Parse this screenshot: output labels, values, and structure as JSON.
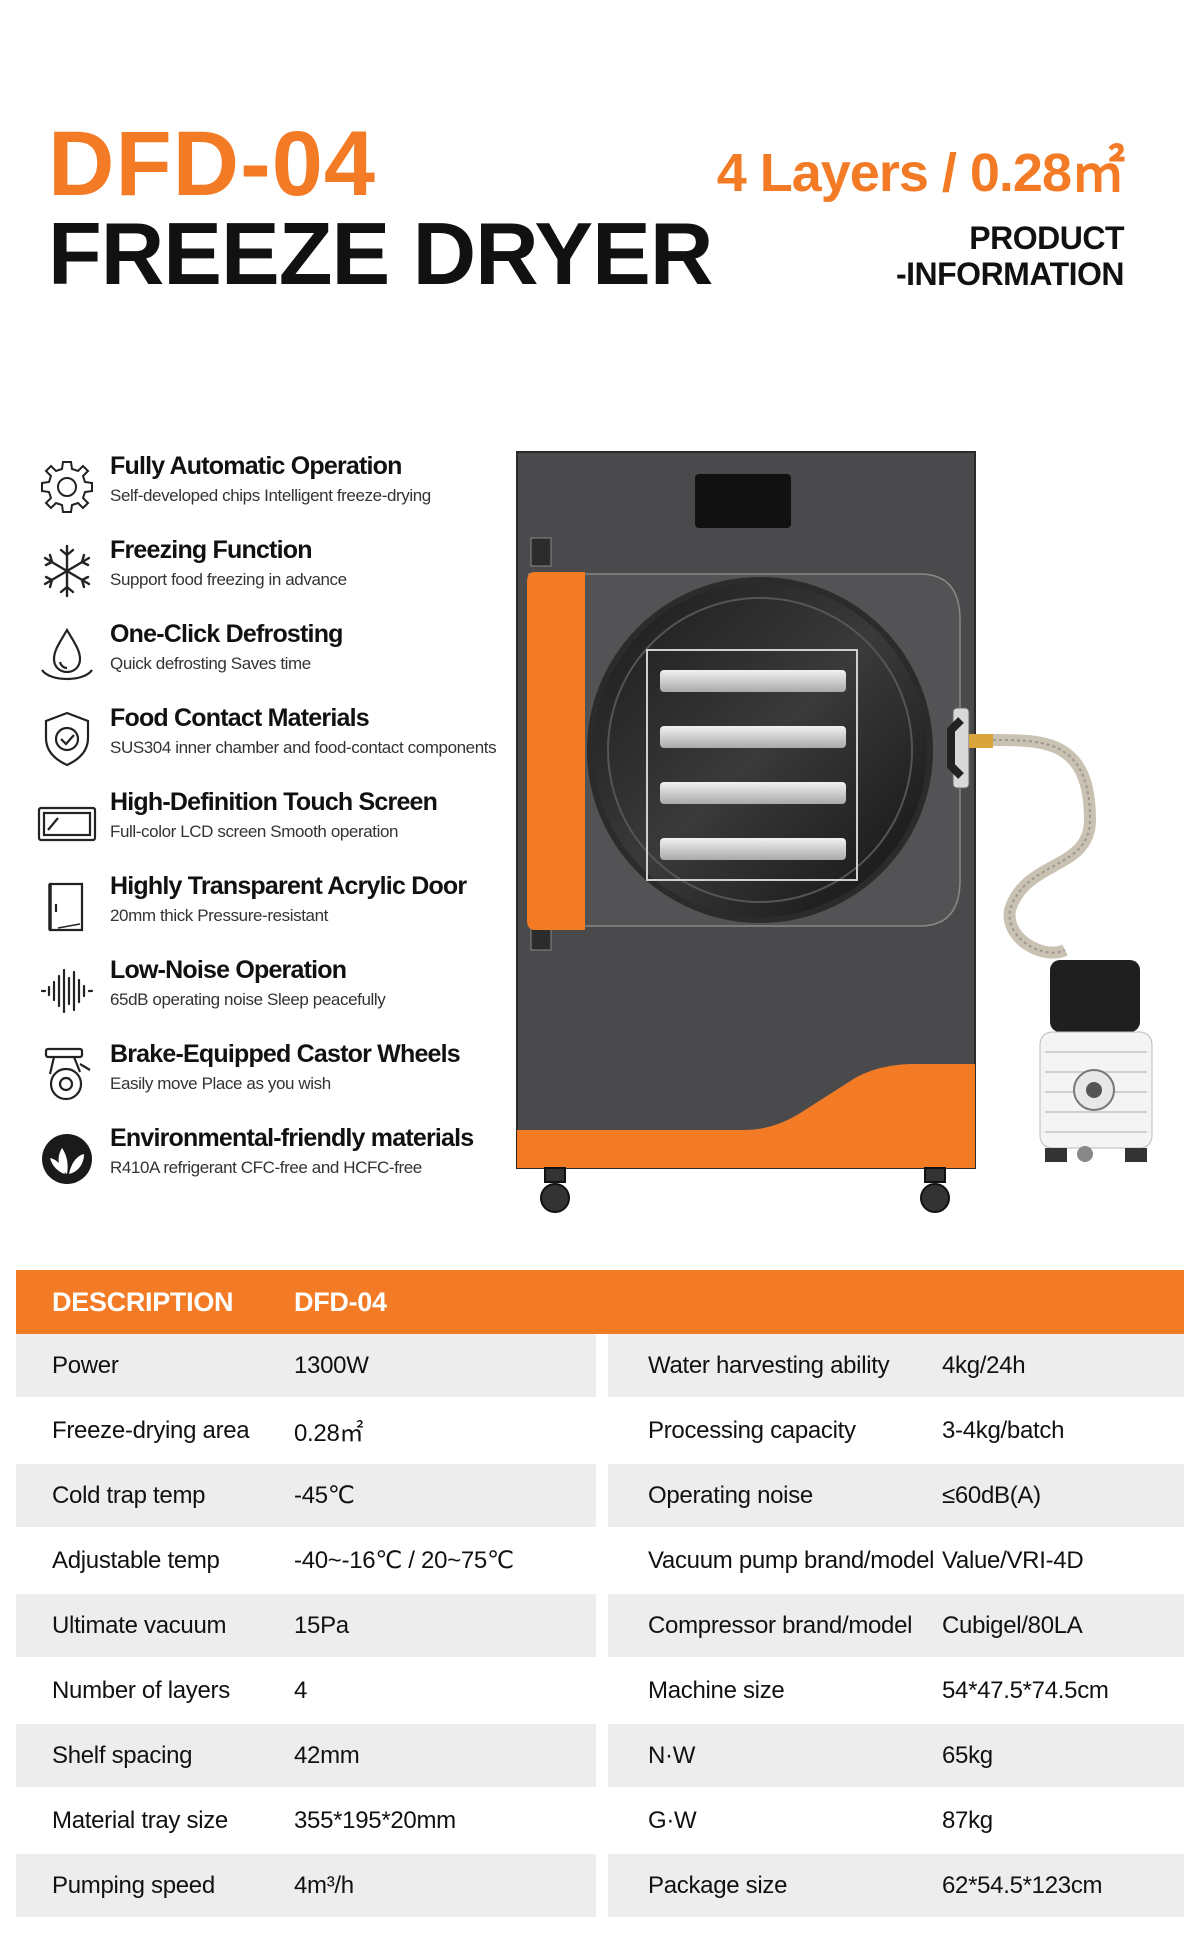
{
  "header": {
    "model": "DFD-04",
    "product": "FREEZE DRYER",
    "layers": "4 Layers / 0.28㎡",
    "info_line1": "PRODUCT",
    "info_line2": "-INFORMATION"
  },
  "features": [
    {
      "icon": "gear-icon",
      "title": "Fully Automatic Operation",
      "desc": "Self-developed chips Intelligent freeze-drying"
    },
    {
      "icon": "snowflake-icon",
      "title": "Freezing Function",
      "desc": "Support food freezing in advance"
    },
    {
      "icon": "water-drop-icon",
      "title": "One-Click Defrosting",
      "desc": "Quick defrosting Saves time"
    },
    {
      "icon": "shield-check-icon",
      "title": "Food Contact Materials",
      "desc": "SUS304 inner chamber and food-contact components"
    },
    {
      "icon": "screen-icon",
      "title": "High-Definition Touch Screen",
      "desc": "Full-color LCD screen Smooth operation"
    },
    {
      "icon": "door-icon",
      "title": "Highly Transparent Acrylic Door",
      "desc": "20mm thick Pressure-resistant"
    },
    {
      "icon": "sound-wave-icon",
      "title": "Low-Noise Operation",
      "desc": "65dB operating noise Sleep peacefully"
    },
    {
      "icon": "castor-wheel-icon",
      "title": "Brake-Equipped Castor Wheels",
      "desc": "Easily move Place as you wish"
    },
    {
      "icon": "leaf-icon",
      "title": "Environmental-friendly materials",
      "desc": "R410A refrigerant CFC-free and HCFC-free"
    }
  ],
  "colors": {
    "accent": "#f47b26",
    "machine_body": "#4a4a4c",
    "row_alt": "#ededed"
  },
  "spec": {
    "head_label": "DESCRIPTION",
    "head_value": "DFD-04",
    "rows": [
      {
        "k1": "Power",
        "v1": "1300W",
        "k2": "Water harvesting ability",
        "v2": "4kg/24h"
      },
      {
        "k1": "Freeze-drying area",
        "v1": "0.28㎡",
        "k2": "Processing capacity",
        "v2": "3-4kg/batch"
      },
      {
        "k1": "Cold trap temp",
        "v1": "-45℃",
        "k2": "Operating noise",
        "v2": "≤60dB(A)"
      },
      {
        "k1": "Adjustable temp",
        "v1": "-40~-16℃ / 20~75℃",
        "k2": "Vacuum pump brand/model",
        "v2": "Value/VRI-4D"
      },
      {
        "k1": "Ultimate vacuum",
        "v1": "15Pa",
        "k2": "Compressor brand/model",
        "v2": "Cubigel/80LA"
      },
      {
        "k1": "Number of layers",
        "v1": "4",
        "k2": "Machine size",
        "v2": "54*47.5*74.5cm"
      },
      {
        "k1": "Shelf spacing",
        "v1": "42mm",
        "k2": "N·W",
        "v2": "65kg"
      },
      {
        "k1": "Material tray size",
        "v1": "355*195*20mm",
        "k2": "G·W",
        "v2": "87kg"
      },
      {
        "k1": "Pumping speed",
        "v1": "4m³/h",
        "k2": "Package size",
        "v2": "62*54.5*123cm"
      }
    ]
  }
}
